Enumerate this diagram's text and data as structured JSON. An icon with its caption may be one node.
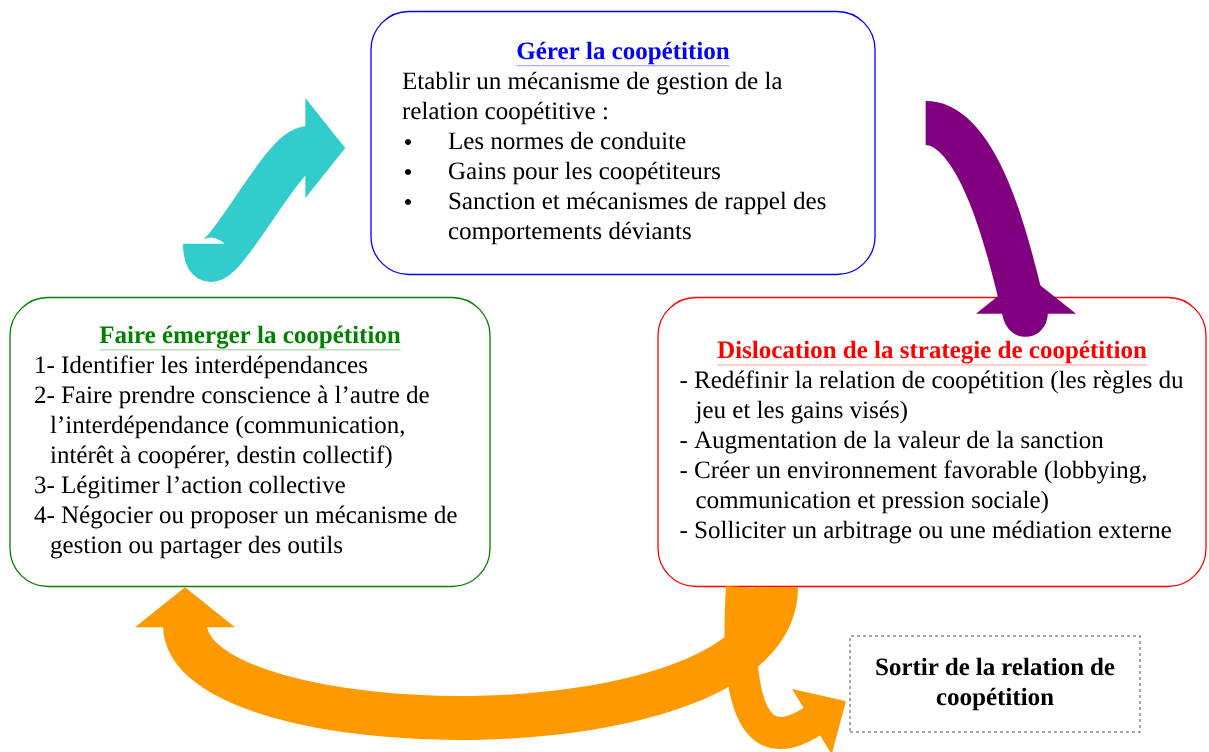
{
  "diagram": {
    "nodes": [
      {
        "text": [
          "Gérer la coopétition",
          "Etablir un mécanisme de gestion de la relation coopétitive :",
          "Les normes de conduite",
          "Gains pour les coopétiteurs",
          "Sanction et mécanismes de rappel des comportements déviants"
        ]
      },
      {
        "text": [
          "Faire émerger la coopétition",
          "1- Identifier les interdépendances",
          "2- Faire prendre conscience à l’autre de l’interdépendance (communication, intérêt à coopérer, destin collectif)",
          "3- Légitimer l’action collective",
          "4- Négocier ou proposer un mécanisme de gestion ou partager des outils"
        ]
      },
      {
        "text": [
          "Dislocation de la strategie de coopétition",
          "- Redéfinir la relation de coopétition (les règles du jeu et les gains visés)",
          "- Augmentation de la valeur de la sanction",
          "- Créer un environnement favorable (lobbying, communication et pression sociale)",
          "- Solliciter un arbitrage ou une médiation externe"
        ]
      },
      {
        "text": [
          "Sortir de la relation de coopétition"
        ]
      }
    ],
    "edges": [
      {
        "from": 1,
        "to": 0,
        "arrow": "to",
        "color": "#33cccc"
      },
      {
        "from": 0,
        "to": 2,
        "arrow": "to",
        "color": "#800080"
      },
      {
        "from": 2,
        "to": 1,
        "arrow": "to",
        "color": "#ff9900"
      },
      {
        "from": 2,
        "to": 3,
        "arrow": "to",
        "color": "#ff9900"
      }
    ]
  }
}
